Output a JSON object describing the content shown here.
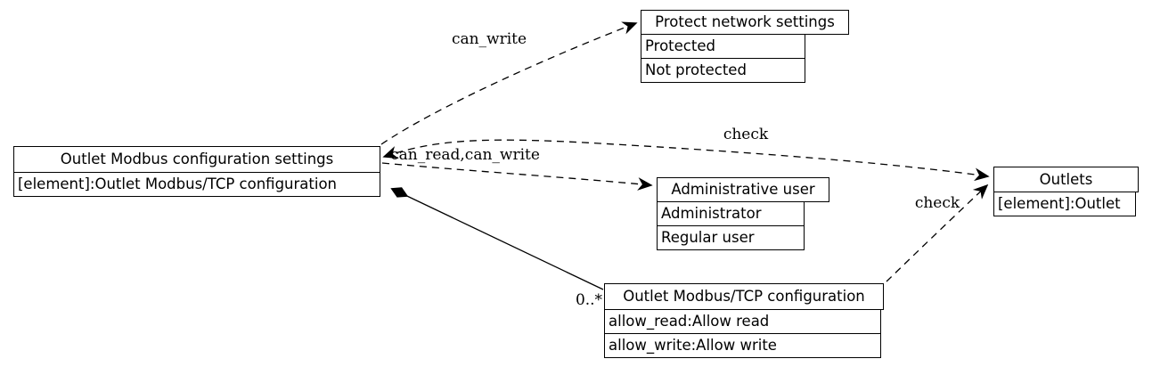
{
  "diagram": {
    "kind": "configuration-dependency-diagram",
    "colors": {
      "line": "#000000",
      "background": "#ffffff",
      "node_fill": "#ffffff",
      "text": "#000000"
    }
  },
  "nodes": {
    "settings": {
      "title": "Outlet Modbus configuration settings",
      "rows": [
        "[element]:Outlet Modbus/TCP configuration"
      ]
    },
    "protect": {
      "title": "Protect network settings",
      "rows": [
        "Protected",
        "Not protected"
      ]
    },
    "admin": {
      "title": "Administrative user",
      "rows": [
        "Administrator",
        "Regular user"
      ]
    },
    "modbus": {
      "title": "Outlet Modbus/TCP configuration",
      "rows": [
        "allow_read:Allow read",
        "allow_write:Allow write"
      ]
    },
    "outlets": {
      "title": "Outlets",
      "rows": [
        "[element]:Outlet"
      ]
    }
  },
  "edges": {
    "can_write": {
      "label": "can_write",
      "from": "settings",
      "to": "protect",
      "style": "dashed"
    },
    "check_top": {
      "label": "check",
      "from": "settings",
      "to": "outlets",
      "style": "dashed-both-arrows"
    },
    "can_read": {
      "label": "can_read,can_write",
      "from": "settings",
      "to": "admin",
      "style": "dashed"
    },
    "check_bottom": {
      "label": "check",
      "from": "modbus",
      "to": "outlets",
      "style": "dashed"
    },
    "composition": {
      "label": "0..*",
      "from": "settings",
      "to": "modbus",
      "style": "solid-diamond"
    }
  }
}
